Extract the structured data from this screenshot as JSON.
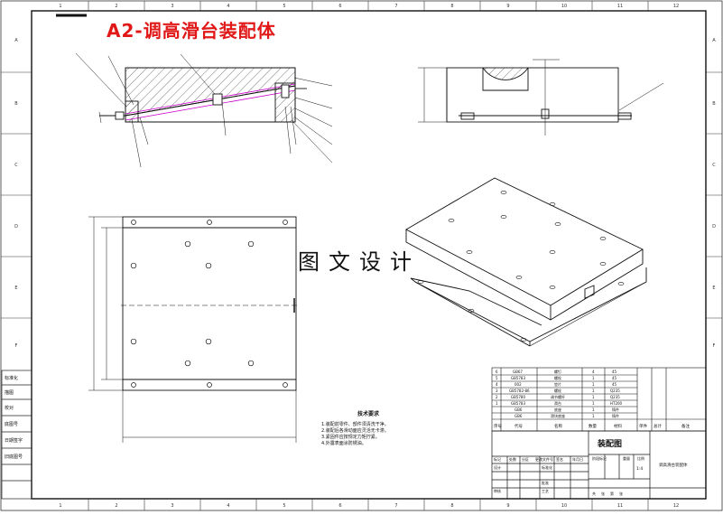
{
  "title": "A2-调高滑台装配体",
  "watermark": "图文设计",
  "border": {
    "column_numbers": [
      "1",
      "2",
      "3",
      "4",
      "5",
      "6",
      "7",
      "8",
      "9",
      "10",
      "11",
      "12"
    ],
    "row_letters": [
      "A",
      "B",
      "C",
      "D",
      "E",
      "F"
    ]
  },
  "technical_requirements": {
    "heading": "技术要求",
    "lines": [
      "1.装配前零件、部件须清洗干净。",
      "2.装配后各滑动面应灵活无卡滞。",
      "3.紧固件应按规定力矩拧紧。",
      "4.外露表面涂防锈油。"
    ]
  },
  "left_column_labels": [
    "标准化",
    "描图",
    "校对",
    "底图号",
    "日期签字",
    "旧底图号"
  ],
  "bom": {
    "rows": [
      {
        "no": "6",
        "code": "GB67",
        "name": "螺钉",
        "qty": "4",
        "material": "45"
      },
      {
        "no": "5",
        "code": "GB5783",
        "name": "螺栓",
        "qty": "1",
        "material": "45"
      },
      {
        "no": "4",
        "code": "002",
        "name": "垫片",
        "qty": "1",
        "material": "45"
      },
      {
        "no": "3",
        "code": "GB5782-86",
        "name": "螺栓",
        "qty": "1",
        "material": "Q235"
      },
      {
        "no": "2",
        "code": "GB5780",
        "name": "调节螺杆",
        "qty": "1",
        "material": "Q235"
      },
      {
        "no": "1",
        "code": "GB5783",
        "name": "滑台",
        "qty": "1",
        "material": "HT200"
      },
      {
        "no": "",
        "code": "GB6",
        "name": "底座",
        "qty": "1",
        "material": "铸件"
      },
      {
        "no": "",
        "code": "GB6",
        "name": "滑块底座",
        "qty": "1",
        "material": "铸件"
      }
    ],
    "header": [
      "序号",
      "代号",
      "名称",
      "数量",
      "材料",
      "单件",
      "总计",
      "备注"
    ]
  },
  "title_block": {
    "drawing_name": "装配图",
    "drawing_number": "调高滑台装配体",
    "scale": "1:4",
    "labels": [
      "标记",
      "处数",
      "分区",
      "更改文件号",
      "签名",
      "年月日",
      "设计",
      "审核",
      "工艺",
      "标准化",
      "批准",
      "阶段标记",
      "重量",
      "比例",
      "共",
      "张",
      "第",
      "张"
    ]
  }
}
